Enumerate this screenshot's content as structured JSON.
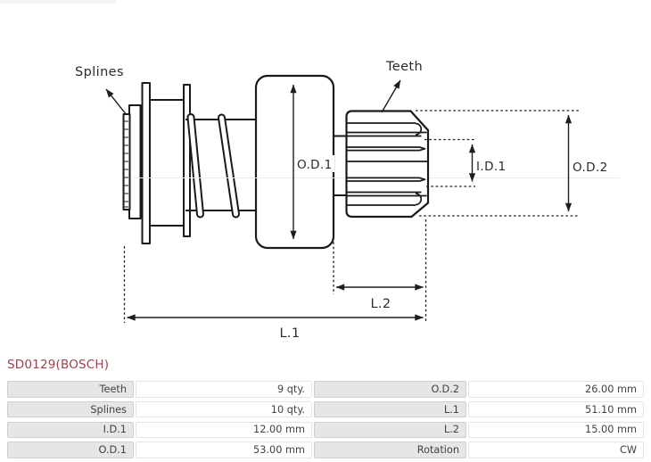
{
  "part_title": "SD0129(BOSCH)",
  "diagram": {
    "labels": {
      "splines": "Splines",
      "teeth": "Teeth",
      "od1": "O.D.1",
      "id1": "I.D.1",
      "od2": "O.D.2",
      "l1": "L.1",
      "l2": "L.2"
    }
  },
  "table": {
    "rows": [
      {
        "c0": "Teeth",
        "c1": "9 qty.",
        "c2": "O.D.2",
        "c3": "26.00 mm"
      },
      {
        "c0": "Splines",
        "c1": "10 qty.",
        "c2": "L.1",
        "c3": "51.10 mm"
      },
      {
        "c0": "I.D.1",
        "c1": "12.00 mm",
        "c2": "L.2",
        "c3": "15.00 mm"
      },
      {
        "c0": "O.D.1",
        "c1": "53.00 mm",
        "c2": "Rotation",
        "c3": "CW"
      }
    ]
  },
  "colors": {
    "title": "#9e424d",
    "label_cell_bg": "#e6e6e4",
    "label_cell_border": "#cfcfcd",
    "value_cell_border": "#e5e5e3",
    "cell_text": "#424242",
    "drawing_line": "#1a1a1a"
  }
}
